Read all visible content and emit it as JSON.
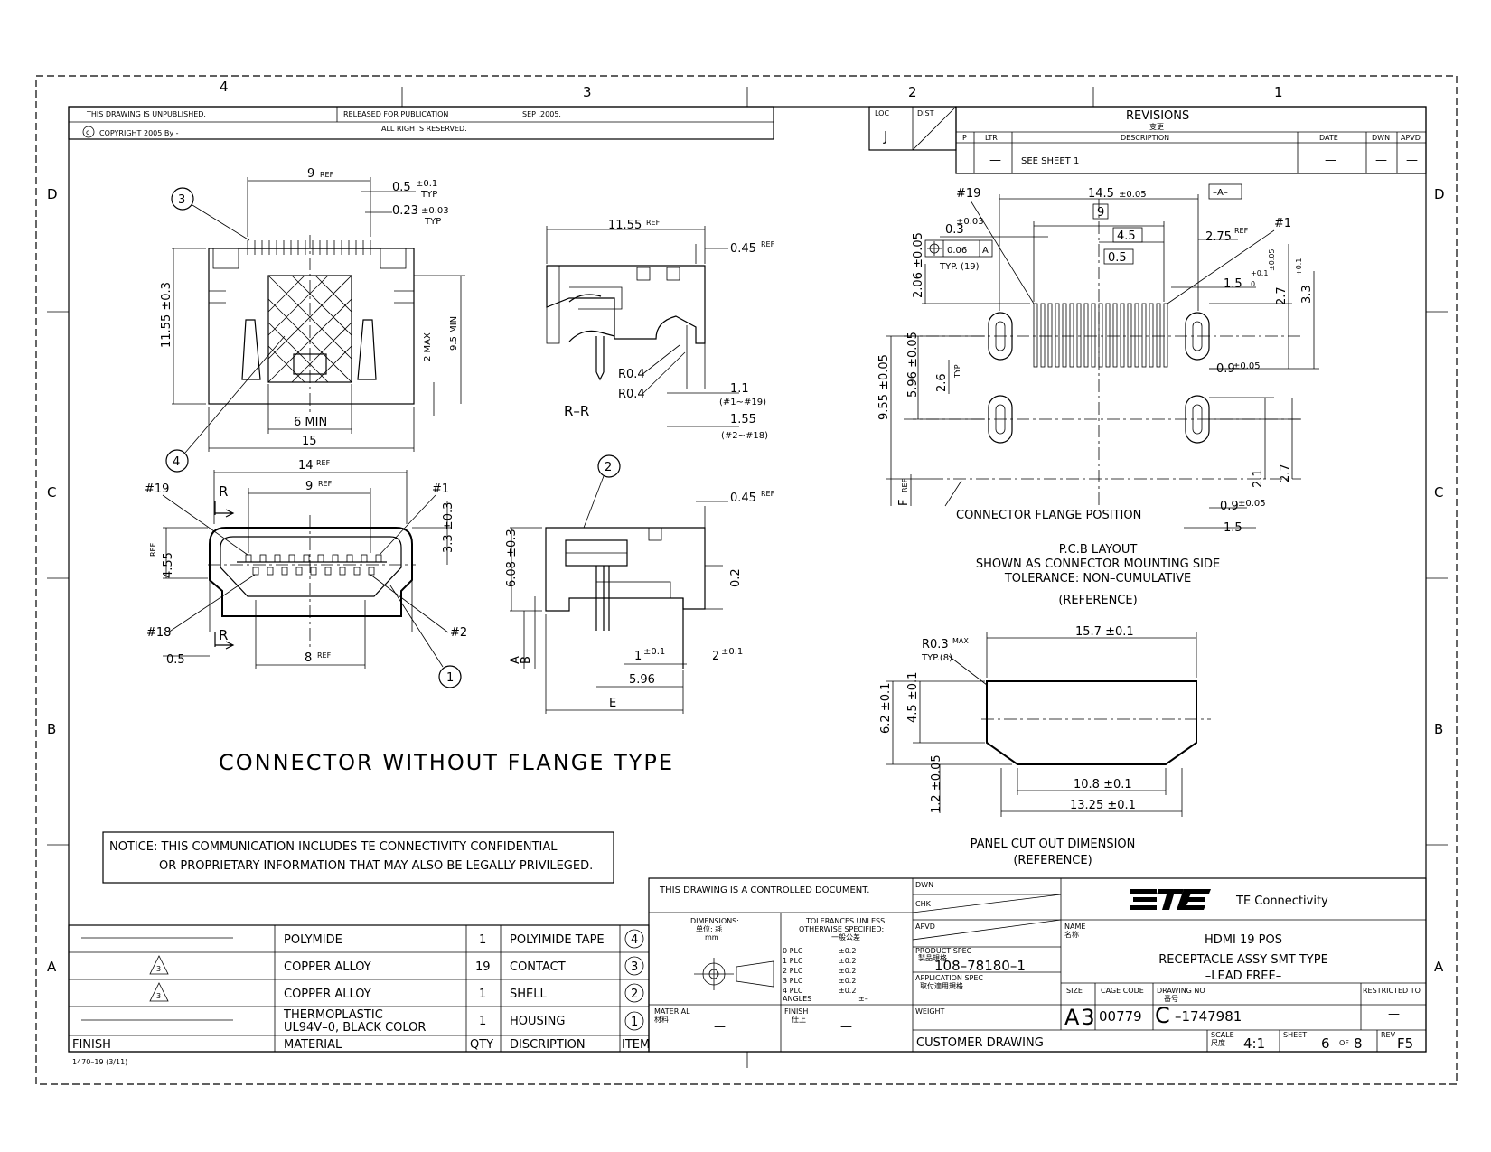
{
  "border": {
    "columns": [
      "4",
      "3",
      "2",
      "1"
    ],
    "rows": [
      "D",
      "C",
      "B",
      "A"
    ]
  },
  "header": {
    "unpublished": "THIS DRAWING IS UNPUBLISHED.",
    "released": "RELEASED FOR PUBLICATION",
    "date": "SEP ,2005.",
    "copyright": "COPYRIGHT 2005 By -",
    "rights": "ALL RIGHTS RESERVED."
  },
  "revisions": {
    "loc_label": "LOC",
    "loc": "J",
    "dist_label": "DIST",
    "dist": "—",
    "title": "REVISIONS",
    "title_cn": "变更",
    "cols": [
      "P",
      "LTR",
      "DESCRIPTION",
      "DATE",
      "DWN",
      "APVD"
    ],
    "row": [
      "—",
      "SEE SHEET 1",
      "—",
      "—",
      "—"
    ]
  },
  "views": {
    "top": {
      "balloon_a": "3",
      "balloon_b": "4",
      "d_9ref": "9",
      "ref": "REF",
      "d_05": "0.5",
      "tol_01": "±0.1",
      "typ": "TYP",
      "d_023": "0.23",
      "tol_003": "±0.03",
      "d_1155": "11.55 ±0.3",
      "d_2max": "2 MAX",
      "d_95min": "9.5 MIN",
      "d_6min": "6 MIN",
      "d_15": "15"
    },
    "front": {
      "d_14": "14",
      "ref": "REF",
      "d_9": "9",
      "d_8": "8",
      "p19": "#19",
      "p1": "#1",
      "p18": "#18",
      "p2": "#2",
      "r": "R",
      "d_455": "4.55",
      "d_33": "3.3 ±0.3",
      "d_05": "0.5",
      "balloon": "1"
    },
    "section": {
      "d_1155": "11.55",
      "ref": "REF",
      "d_045": "0.45",
      "r04a": "R0.4",
      "r04b": "R0.4",
      "d_11": "1.1",
      "n1": "(#1~#19)",
      "d_155": "1.55",
      "n2": "(#2~#18)",
      "label": "R–R"
    },
    "side": {
      "balloon": "2",
      "d_045": "0.45",
      "ref": "REF",
      "d_608": "6.08 ±0.3",
      "d_02": "0.2",
      "d_1": "1",
      "tol": "±0.1",
      "d_2": "2",
      "d_596": "5.96",
      "e": "E",
      "a": "A",
      "b": "B"
    },
    "caption": "CONNECTOR WITHOUT FLANGE TYPE"
  },
  "pcb": {
    "p19": "#19",
    "p1": "#1",
    "d_145": "14.5",
    "tol_005": "±0.05",
    "datum_a": "–A–",
    "box_9": "9",
    "box_45": "4.5",
    "box_05": "0.5",
    "d_03": "0.3",
    "tol_003": "±0.03",
    "tol_006": "0.06",
    "datum": "A",
    "typ19": "TYP. (19)",
    "d_275": "2.75",
    "ref": "REF",
    "d_15": "1.5",
    "d_27": "2.7",
    "d_33": "3.3",
    "d_206": "2.06 ±0.05",
    "d_596": "5.96 ±0.05",
    "d_26": "2.6",
    "typ": "TYP",
    "d_955": "9.55 ±0.05",
    "f": "F",
    "d_09a": "0.9",
    "d_09b": "0.9",
    "d_21": "2.1",
    "d_27b": "2.7",
    "d_15b": "1.5",
    "flange": "CONNECTOR FLANGE POSITION",
    "caption1": "P.C.B LAYOUT",
    "caption2": "SHOWN AS CONNECTOR MOUNTING SIDE",
    "caption3": "TOLERANCE: NON–CUMULATIVE",
    "caption4": "(REFERENCE)"
  },
  "panel": {
    "r03": "R0.3",
    "max": "MAX",
    "typ8": "TYP.(8)",
    "d_157": "15.7 ±0.1",
    "d_62": "6.2 ±0.1",
    "d_45": "4.5 ±0.1",
    "d_108": "10.8 ±0.1",
    "d_1325": "13.25 ±0.1",
    "d_12": "1.2 ±0.05",
    "caption1": "PANEL CUT OUT DIMENSION",
    "caption2": "(REFERENCE)"
  },
  "notice": {
    "line1": "NOTICE: THIS COMMUNICATION INCLUDES TE CONNECTIVITY CONFIDENTIAL",
    "line2": "OR PROPRIETARY INFORMATION THAT MAY ALSO BE LEGALLY PRIVILEGED."
  },
  "bom": {
    "rows": [
      {
        "finish": "",
        "material": "POLYMIDE",
        "qty": "1",
        "desc": "POLYIMIDE TAPE",
        "item": "4"
      },
      {
        "finish": "3",
        "material": "COPPER ALLOY",
        "qty": "19",
        "desc": "CONTACT",
        "item": "3"
      },
      {
        "finish": "3",
        "material": "COPPER ALLOY",
        "qty": "1",
        "desc": "SHELL",
        "item": "2"
      },
      {
        "finish": "",
        "material": "THERMOPLASTIC",
        "material2": "UL94V–0, BLACK COLOR",
        "qty": "1",
        "desc": "HOUSING",
        "item": "1"
      }
    ],
    "headers": {
      "finish": "FINISH",
      "material": "MATERIAL",
      "qty": "QTY",
      "desc": "DISCRIPTION",
      "item": "ITEM"
    }
  },
  "titleblock": {
    "controlled": "THIS DRAWING IS A CONTROLLED DOCUMENT.",
    "dim_label": "DIMENSIONS:",
    "dim_cn": "单位: 耗",
    "dim_unit": "mm",
    "tol_label": "TOLERANCES UNLESS",
    "tol_label2": "OTHERWISE SPECIFIED:",
    "tol_cn": "一般公差",
    "tol_rows": [
      "0 PLC",
      "1 PLC",
      "2 PLC",
      "3 PLC",
      "4 PLC",
      "ANGLES"
    ],
    "tol_vals": [
      "±0.2",
      "±0.2",
      "±0.2",
      "±0.2",
      "±0.2",
      "±–"
    ],
    "material_label": "MATERIAL",
    "material_cn": "材料",
    "material_val": "—",
    "finish_label": "FINISH",
    "finish_cn": "仕上",
    "finish_val": "—",
    "dwn": "DWN",
    "chk": "CHK",
    "apvd": "APVD",
    "prod_spec": "PRODUCT SPEC",
    "prod_spec_cn": "製品規格",
    "prod_spec_val": "108–78180–1",
    "app_spec": "APPLICATION SPEC",
    "app_spec_cn": "取付適用規格",
    "weight": "WEIGHT",
    "customer": "CUSTOMER DRAWING",
    "company": "TE Connectivity",
    "name_label": "NAME",
    "name_cn": "名称",
    "name1": "HDMI 19 POS",
    "name2": "RECEPTACLE ASSY SMT TYPE",
    "name3": "–LEAD FREE–",
    "size_label": "SIZE",
    "size": "A3",
    "cage_label": "CAGE CODE",
    "cage": "00779",
    "dwgno_label": "DRAWING NO",
    "dwgno_cn": "番号",
    "dwgno_prefix": "C",
    "dwgno": "–1747981",
    "restricted": "RESTRICTED TO",
    "restricted_val": "—",
    "scale_label": "SCALE",
    "scale_cn": "尺度",
    "scale": "4:1",
    "sheet_label": "SHEET",
    "sheet": "6",
    "of": "OF",
    "sheets": "8",
    "rev_label": "REV",
    "rev": "F5"
  },
  "form": "1470–19 (3/11)"
}
